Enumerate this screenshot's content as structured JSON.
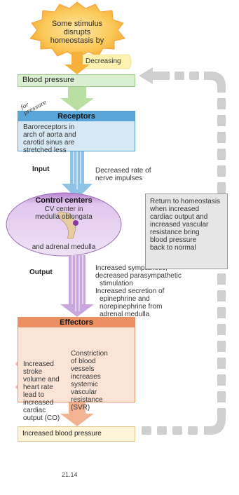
{
  "stimulus": {
    "lines": [
      "Some stimulus disrupts",
      "homeostasis by"
    ]
  },
  "change_tag": "Decreasing",
  "variable_box": "Blood pressure",
  "receptors": {
    "header": "Receptors",
    "text": [
      "Baroreceptors in",
      "arch of aorta and",
      "carotid sinus are",
      "stretched less"
    ],
    "handwritten_note": "for pressure"
  },
  "input": {
    "label": "Input",
    "note": [
      "Decreased rate of",
      "nerve impulses"
    ]
  },
  "control_centers": {
    "header": "Control centers",
    "text": [
      "CV center in",
      "medulla oblongata"
    ],
    "extra": "and adrenal medulla"
  },
  "output": {
    "label": "Output",
    "note": [
      "Increased sympathetic,",
      "decreased parasympathetic",
      "stimulation",
      "Increased secretion of",
      "epinephrine and",
      "norepinephrine from",
      "adrenal medulla"
    ]
  },
  "effectors": {
    "header": "Effectors",
    "left_text": [
      "Increased",
      "stroke",
      "volume and",
      "heart rate",
      "lead to",
      "increased",
      "cardiac",
      "output (CO)"
    ],
    "right_text": [
      "Constriction",
      "of blood",
      "vessels",
      "increases",
      "systemic",
      "vascular",
      "resistance",
      "(SVR)"
    ]
  },
  "return_box": [
    "Return to homeostasis",
    "when increased",
    "cardiac output and",
    "increased vascular",
    "resistance bring",
    "blood pressure",
    "back to normal"
  ],
  "response_box": "Increased blood pressure",
  "page_number": "21.14",
  "colors": {
    "starburst": "#f6b13c",
    "arrow_green": "#b9dfa3",
    "arrow_blue": "#8ec3e6",
    "arrow_purple": "#c9a7dc",
    "arrow_orange": "#f3b291",
    "return_arrow": "#cfcfcf",
    "highlight_red": "#e86b6b",
    "highlight_teal": "#7fb0d0"
  }
}
